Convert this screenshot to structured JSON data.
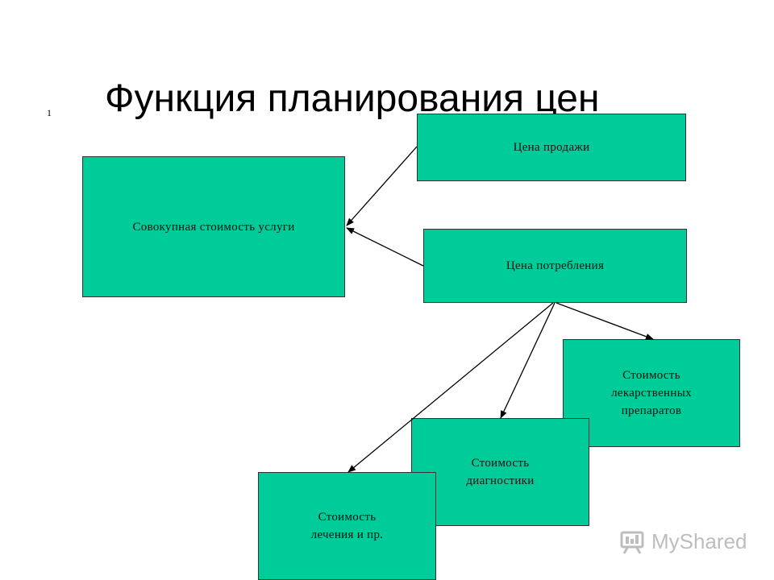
{
  "slide": {
    "number": "1",
    "title": "Функция планирования цен"
  },
  "diagram": {
    "total_cost": "Совокупная стоимость услуги",
    "sale_price": "Цена продажи",
    "consumption_price": "Цена потребления",
    "drug_cost": "Стоимость\nлекарственных\nпрепаратов",
    "diagnostics_cost": "Стоимость\nдиагностики",
    "treatment_cost": "Стоимость\nлечения и пр.",
    "box_color": "#00cc99"
  },
  "watermark": {
    "text": "MyShared"
  }
}
